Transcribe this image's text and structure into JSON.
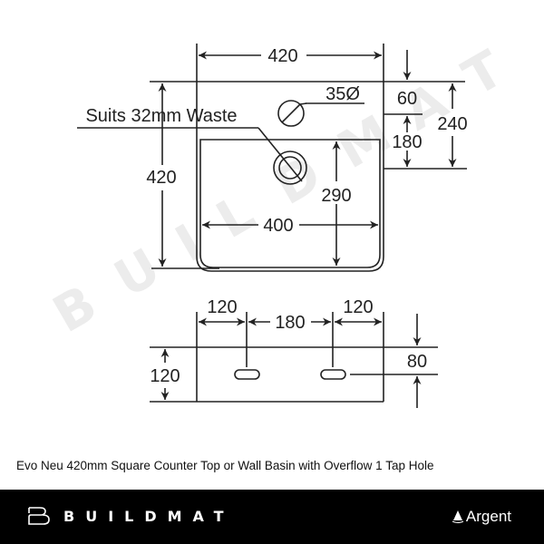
{
  "watermark": {
    "text": "BUILDMAT",
    "letters": [
      "B",
      "U",
      "I",
      "L",
      "D",
      "M",
      "A",
      "T"
    ]
  },
  "top_view": {
    "overall_width": "420",
    "overall_depth": "420",
    "bowl_width": "400",
    "bowl_depth": "290",
    "tap_hole_diameter": "35Ø",
    "tap_hole_offset": "60",
    "tap_to_back_label": "180",
    "back_depth": "240",
    "waste_label": "Suits 32mm Waste"
  },
  "front_view": {
    "left_offset": "120",
    "overflow_spacing": "180",
    "right_offset": "120",
    "height": "120",
    "overflow_height": "80"
  },
  "caption": "Evo Neu 420mm Square Counter Top or Wall Basin with Overflow 1 Tap Hole",
  "footer": {
    "brand": "BUILDMAT",
    "partner": "Argent",
    "background": "#000000",
    "text_color": "#ffffff"
  }
}
